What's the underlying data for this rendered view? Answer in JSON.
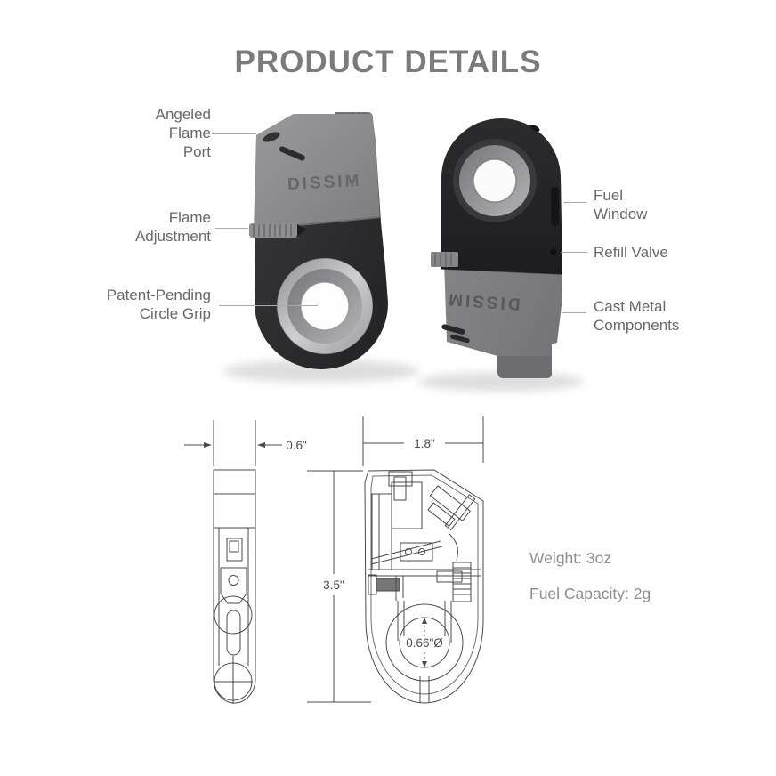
{
  "title": "PRODUCT DETAILS",
  "brand": "DISSIM",
  "callouts": {
    "left": [
      {
        "label": "Angeled\nFlame\nPort"
      },
      {
        "label": "Flame\nAdjustment"
      },
      {
        "label": "Patent-Pending\nCircle Grip"
      }
    ],
    "right": [
      {
        "label": "Fuel\nWindow"
      },
      {
        "label": "Refill Valve"
      },
      {
        "label": "Cast Metal\nComponents"
      }
    ]
  },
  "dimensions": {
    "side_width": "0.6\"",
    "front_width": "1.8\"",
    "height": "3.5\"",
    "grip_diameter": "0.66\"Ø"
  },
  "specs": {
    "weight": "Weight: 3oz",
    "fuel_capacity": "Fuel Capacity: 2g"
  },
  "colors": {
    "title_gray": "#7b7b7d",
    "label_gray": "#68686b",
    "leader_line": "#a8a8aa",
    "drawing_line": "#4a4a4d",
    "body_black": "#2b2b2d",
    "body_gray": "#8a8a8d",
    "metal_ring": "#b9b9bb"
  }
}
